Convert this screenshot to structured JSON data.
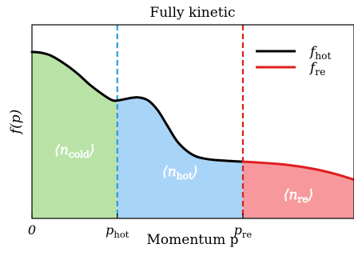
{
  "chart_data": {
    "type": "area",
    "title": "Fully kinetic",
    "xlabel": "Momentum p",
    "ylabel": "f(p)",
    "xlim": [
      0,
      1
    ],
    "ylim": [
      0,
      1
    ],
    "xticks": [
      {
        "value": 0.0,
        "label": "0"
      },
      {
        "value": 0.265,
        "label": "p_hot"
      },
      {
        "value": 0.655,
        "label": "p_re"
      }
    ],
    "thresholds": [
      {
        "name": "p_hot",
        "x": 0.265,
        "color": "#2e9fe0"
      },
      {
        "name": "p_re",
        "x": 0.655,
        "color": "#e01e1e"
      }
    ],
    "regions": [
      {
        "label": "⟨n_cold⟩",
        "x_range": [
          0,
          0.265
        ],
        "color": "#b9e3a6"
      },
      {
        "label": "⟨n_hot⟩",
        "x_range": [
          0.265,
          0.655
        ],
        "color": "#a8d4f8"
      },
      {
        "label": "⟨n_re⟩",
        "x_range": [
          0.655,
          1.0
        ],
        "color": "#f7999c"
      }
    ],
    "series": [
      {
        "name": "f_hot",
        "color": "#000000",
        "x": [
          0.0,
          0.03,
          0.06,
          0.1,
          0.14,
          0.18,
          0.22,
          0.25,
          0.27,
          0.3,
          0.33,
          0.36,
          0.39,
          0.42,
          0.45,
          0.48,
          0.51,
          0.55,
          0.6,
          0.655
        ],
        "y": [
          0.86,
          0.855,
          0.84,
          0.8,
          0.75,
          0.69,
          0.64,
          0.61,
          0.61,
          0.62,
          0.625,
          0.61,
          0.56,
          0.48,
          0.4,
          0.35,
          0.32,
          0.305,
          0.298,
          0.293
        ]
      },
      {
        "name": "f_re",
        "color": "#e01e1e",
        "x": [
          0.655,
          0.7,
          0.75,
          0.8,
          0.85,
          0.9,
          0.95,
          1.0
        ],
        "y": [
          0.293,
          0.289,
          0.283,
          0.275,
          0.263,
          0.247,
          0.226,
          0.2
        ]
      }
    ],
    "legend": {
      "placement": "top-right",
      "entries": [
        "f_hot",
        "f_re"
      ]
    }
  }
}
